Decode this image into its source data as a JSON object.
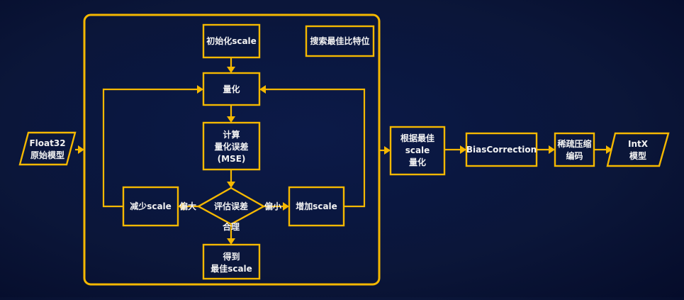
{
  "diagram": {
    "title": "Quantization best-scale search flow",
    "colors": {
      "accent": "#f5b800",
      "background": "#0b1639",
      "text": "#f2f2f2"
    },
    "nodes": {
      "input_model": {
        "line1": "Float32",
        "line2": "原始模型",
        "shape": "parallelogram"
      },
      "init_scale": {
        "label": "初始化scale",
        "shape": "rect"
      },
      "search_bits": {
        "label": "搜索最佳比特位",
        "shape": "rect"
      },
      "quantize": {
        "label": "量化",
        "shape": "rect"
      },
      "compute_error": {
        "line1": "计算",
        "line2": "量化误差",
        "line3": "(MSE)",
        "shape": "rect"
      },
      "evaluate_error": {
        "label": "评估误差",
        "shape": "diamond"
      },
      "decrease_scale": {
        "label": "减少scale",
        "shape": "rect"
      },
      "increase_scale": {
        "label": "增加scale",
        "shape": "rect"
      },
      "best_scale": {
        "line1": "得到",
        "line2": "最佳scale",
        "shape": "rect"
      },
      "quantize_best": {
        "line1": "根据最佳",
        "line2": "scale",
        "line3": "量化",
        "shape": "rect"
      },
      "bias_correction": {
        "label": "BiasCorrection",
        "shape": "rect"
      },
      "sparse_encode": {
        "line1": "稀疏压缩",
        "line2": "编码",
        "shape": "rect"
      },
      "output_model": {
        "line1": "IntX",
        "line2": "模型",
        "shape": "parallelogram"
      }
    },
    "edge_labels": {
      "too_large": "偏大",
      "too_small": "偏小",
      "reasonable": "合理"
    },
    "edges": [
      {
        "from": "input_model",
        "to": "search_group"
      },
      {
        "from": "init_scale",
        "to": "quantize"
      },
      {
        "from": "quantize",
        "to": "compute_error"
      },
      {
        "from": "compute_error",
        "to": "evaluate_error"
      },
      {
        "from": "evaluate_error",
        "to": "decrease_scale",
        "label": "偏大"
      },
      {
        "from": "evaluate_error",
        "to": "increase_scale",
        "label": "偏小"
      },
      {
        "from": "evaluate_error",
        "to": "best_scale",
        "label": "合理"
      },
      {
        "from": "decrease_scale",
        "to": "quantize"
      },
      {
        "from": "increase_scale",
        "to": "quantize"
      },
      {
        "from": "search_group",
        "to": "quantize_best"
      },
      {
        "from": "quantize_best",
        "to": "bias_correction"
      },
      {
        "from": "bias_correction",
        "to": "sparse_encode"
      },
      {
        "from": "sparse_encode",
        "to": "output_model"
      }
    ]
  }
}
